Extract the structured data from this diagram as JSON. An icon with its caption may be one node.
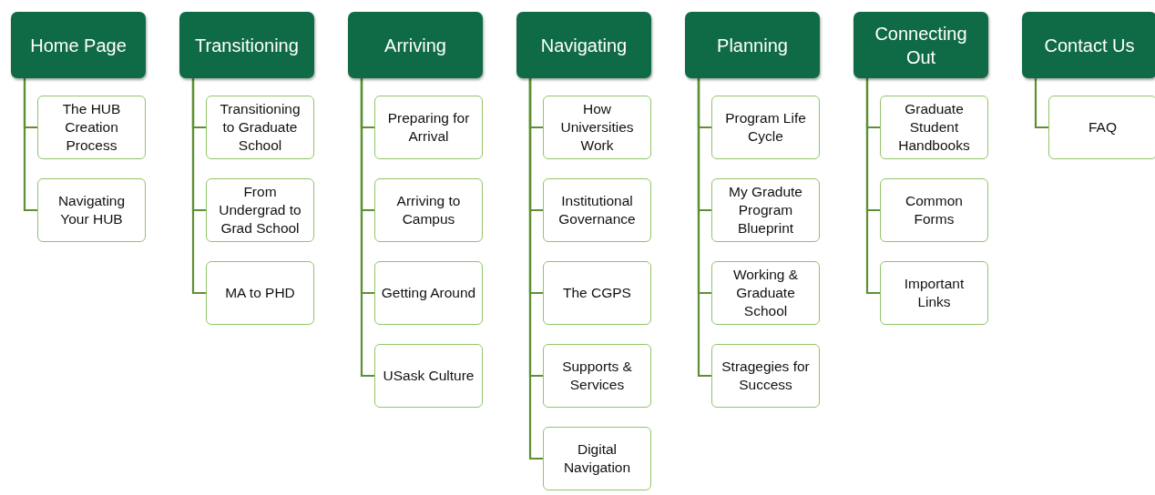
{
  "diagram": {
    "nodes": [
      {
        "text": [
          "Home Page"
        ]
      },
      {
        "text": [
          "The HUB Creation Process"
        ]
      },
      {
        "text": [
          "Navigating Your HUB"
        ]
      },
      {
        "text": [
          "Transitioning"
        ]
      },
      {
        "text": [
          "Transitioning to Graduate School"
        ]
      },
      {
        "text": [
          "From Undergrad to Grad School"
        ]
      },
      {
        "text": [
          "MA to PHD"
        ]
      },
      {
        "text": [
          "Arriving"
        ]
      },
      {
        "text": [
          "Preparing for Arrival"
        ]
      },
      {
        "text": [
          "Arriving to Campus"
        ]
      },
      {
        "text": [
          "Getting Around"
        ]
      },
      {
        "text": [
          "USask Culture"
        ]
      },
      {
        "text": [
          "Navigating"
        ]
      },
      {
        "text": [
          "How Universities Work"
        ]
      },
      {
        "text": [
          "Institutional Governance"
        ]
      },
      {
        "text": [
          "The CGPS"
        ]
      },
      {
        "text": [
          "Supports & Services"
        ]
      },
      {
        "text": [
          "Digital Navigation"
        ]
      },
      {
        "text": [
          "Planning"
        ]
      },
      {
        "text": [
          "Program Life Cycle"
        ]
      },
      {
        "text": [
          "My Gradute Program Blueprint"
        ]
      },
      {
        "text": [
          "Working & Graduate School"
        ]
      },
      {
        "text": [
          "Stragegies for Success"
        ]
      },
      {
        "text": [
          "Connecting Out"
        ]
      },
      {
        "text": [
          "Graduate Student Handbooks"
        ]
      },
      {
        "text": [
          "Common Forms"
        ]
      },
      {
        "text": [
          "Important Links"
        ]
      },
      {
        "text": [
          "Contact Us"
        ]
      },
      {
        "text": [
          "FAQ"
        ]
      }
    ],
    "edges": [
      {
        "from": 0,
        "to": 1,
        "arrow": "none"
      },
      {
        "from": 0,
        "to": 2,
        "arrow": "none"
      },
      {
        "from": 3,
        "to": 4,
        "arrow": "none"
      },
      {
        "from": 3,
        "to": 5,
        "arrow": "none"
      },
      {
        "from": 3,
        "to": 6,
        "arrow": "none"
      },
      {
        "from": 7,
        "to": 8,
        "arrow": "none"
      },
      {
        "from": 7,
        "to": 9,
        "arrow": "none"
      },
      {
        "from": 7,
        "to": 10,
        "arrow": "none"
      },
      {
        "from": 7,
        "to": 11,
        "arrow": "none"
      },
      {
        "from": 12,
        "to": 13,
        "arrow": "none"
      },
      {
        "from": 12,
        "to": 14,
        "arrow": "none"
      },
      {
        "from": 12,
        "to": 15,
        "arrow": "none"
      },
      {
        "from": 12,
        "to": 16,
        "arrow": "none"
      },
      {
        "from": 12,
        "to": 17,
        "arrow": "none"
      },
      {
        "from": 18,
        "to": 19,
        "arrow": "none"
      },
      {
        "from": 18,
        "to": 20,
        "arrow": "none"
      },
      {
        "from": 18,
        "to": 21,
        "arrow": "none"
      },
      {
        "from": 18,
        "to": 22,
        "arrow": "none"
      },
      {
        "from": 23,
        "to": 24,
        "arrow": "none"
      },
      {
        "from": 23,
        "to": 25,
        "arrow": "none"
      },
      {
        "from": 23,
        "to": 26,
        "arrow": "none"
      },
      {
        "from": 27,
        "to": 28,
        "arrow": "none"
      }
    ]
  }
}
